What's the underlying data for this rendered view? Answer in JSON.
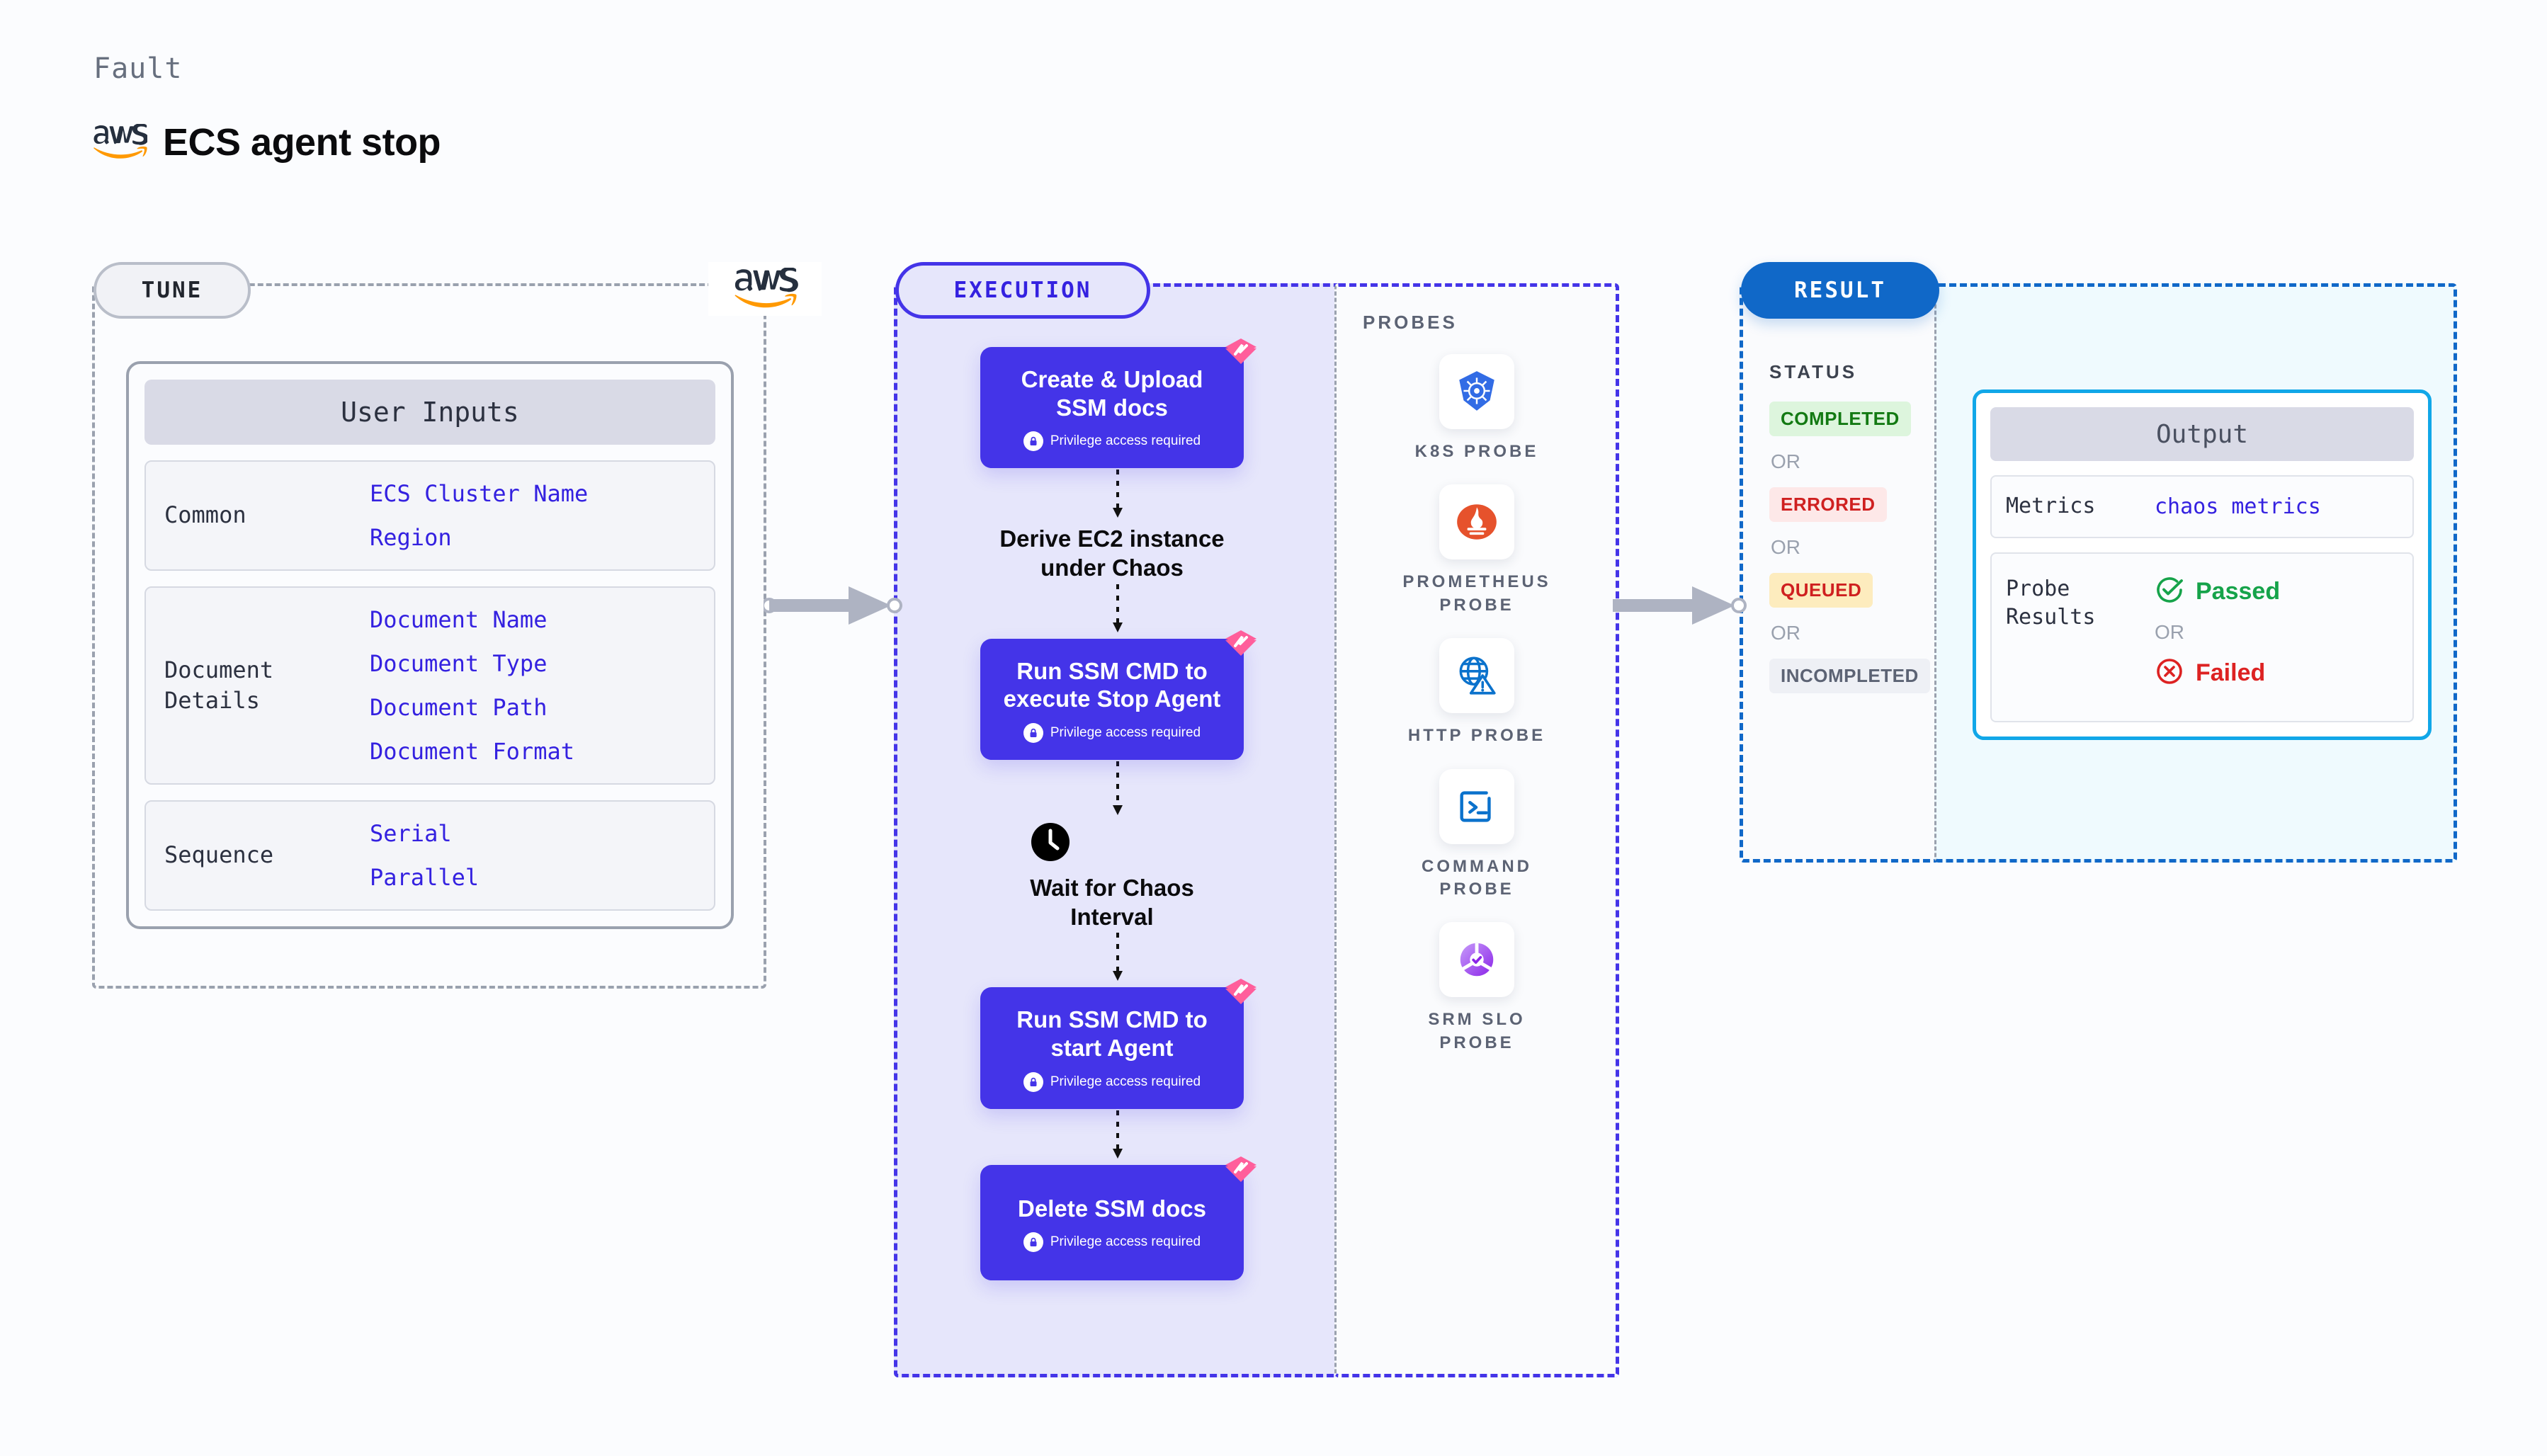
{
  "header": {
    "kicker": "Fault",
    "title": "ECS agent stop",
    "logo_icon": "aws-logo-icon"
  },
  "colors": {
    "canvas": "#fbfcfe",
    "tune_border": "#9aa1ae",
    "execution_accent": "#4434e8",
    "execution_fill": "#e6e6fb",
    "result_accent": "#1068c8",
    "output_accent": "#11a7e8",
    "output_fill": "#effafe",
    "link_blue": "#3421e0",
    "chaos_pink": "#ff5e9b",
    "aws_orange": "#ff9900"
  },
  "tune": {
    "pill_label": "TUNE",
    "watermark_icon": "aws-logo-icon",
    "card_header": "User Inputs",
    "groups": [
      {
        "label": "Common",
        "values": [
          "ECS Cluster Name",
          "Region"
        ]
      },
      {
        "label": "Document\nDetails",
        "values": [
          "Document Name",
          "Document Type",
          "Document Path",
          "Document Format"
        ]
      },
      {
        "label": "Sequence",
        "values": [
          "Serial",
          "Parallel"
        ]
      }
    ]
  },
  "execution": {
    "pill_label": "EXECUTION",
    "privilege_note": "Privilege access required",
    "steps": [
      {
        "kind": "node",
        "title": "Create & Upload\nSSM docs",
        "privileged": true,
        "badge_icon": "chaos-badge-icon"
      },
      {
        "kind": "plain",
        "title": "Derive EC2 instance\nunder Chaos",
        "icon": null
      },
      {
        "kind": "node",
        "title": "Run SSM CMD to\nexecute Stop Agent",
        "privileged": true,
        "badge_icon": "chaos-badge-icon"
      },
      {
        "kind": "plain",
        "title": "Wait for Chaos\nInterval",
        "icon": "clock-icon"
      },
      {
        "kind": "node",
        "title": "Run SSM CMD to\nstart Agent",
        "privileged": true,
        "badge_icon": "chaos-badge-icon"
      },
      {
        "kind": "node",
        "title": "Delete SSM docs",
        "privileged": true,
        "badge_icon": "chaos-badge-icon"
      }
    ]
  },
  "probes": {
    "title": "PROBES",
    "items": [
      {
        "label": "K8S PROBE",
        "icon": "kubernetes-icon"
      },
      {
        "label": "PROMETHEUS\nPROBE",
        "icon": "prometheus-icon"
      },
      {
        "label": "HTTP PROBE",
        "icon": "http-globe-warning-icon"
      },
      {
        "label": "COMMAND\nPROBE",
        "icon": "terminal-icon"
      },
      {
        "label": "SRM SLO\nPROBE",
        "icon": "srm-slo-icon"
      }
    ]
  },
  "result": {
    "pill_label": "RESULT",
    "status_title": "STATUS",
    "or_label": "OR",
    "statuses": [
      {
        "label": "COMPLETED",
        "bg": "#ddf5dd",
        "fg": "#137a13"
      },
      {
        "label": "ERRORED",
        "bg": "#fde8e8",
        "fg": "#cf2020"
      },
      {
        "label": "QUEUED",
        "bg": "#fdecbe",
        "fg": "#cf2020"
      },
      {
        "label": "INCOMPLETED",
        "bg": "#eef0f5",
        "fg": "#5c6374"
      }
    ]
  },
  "output": {
    "card_header": "Output",
    "metrics_label": "Metrics",
    "metrics_value": "chaos metrics",
    "probe_results_label": "Probe\nResults",
    "passed_label": "Passed",
    "failed_label": "Failed",
    "or_label": "OR",
    "passed_icon": "check-circle-icon",
    "failed_icon": "x-circle-icon",
    "passed_color": "#16a34a",
    "failed_color": "#dd2222"
  }
}
